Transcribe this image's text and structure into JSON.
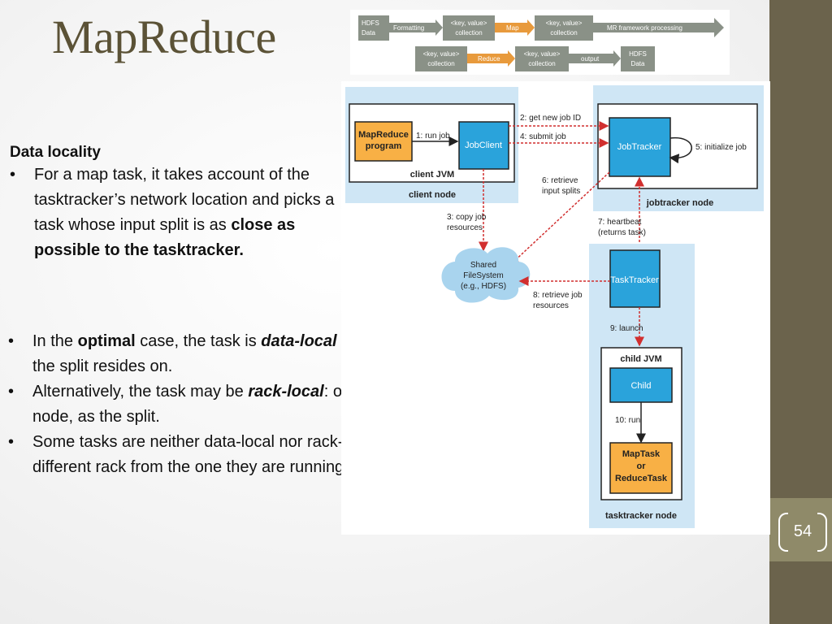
{
  "slide": {
    "title": "MapReduce",
    "page_number": "54",
    "locality_heading": "Data locality",
    "locality_text_1": "For a map task, it takes account of the tasktracker’s network location and picks a task whose input split is as ",
    "locality_text_bold": "close as possible to the tasktracker.",
    "bullets": [
      {
        "pre": "In the ",
        "b": "optimal",
        "mid": " case, the task is ",
        "bi": "data-local",
        "post": " - running on the same node that the split resides on."
      },
      {
        "pre": "Alternatively, the task may be  ",
        "b": "",
        "mid": "",
        "bi": "rack-local",
        "post": ": on the same rack, but not the same node, as the split."
      },
      {
        "pre": "Some tasks are neither data-local nor rack-local and retrieve their data from a different rack from the one they are running on.",
        "b": "",
        "mid": "",
        "bi": "",
        "post": ""
      }
    ]
  },
  "flow": {
    "hdfs_data_1": [
      "HDFS",
      "Data"
    ],
    "formatting": "Formatting",
    "kv_collection_1": [
      "<key, value>",
      "collection"
    ],
    "map": "Map",
    "kv_collection_2": [
      "<key, value>",
      "collection"
    ],
    "mr_processing": "MR framework processing",
    "kv_collection_3": [
      "<key, value>",
      "collection"
    ],
    "reduce": "Reduce",
    "kv_collection_4": [
      "<key, value>",
      "collection"
    ],
    "output": "output",
    "hdfs_data_2": [
      "HDFS",
      "Data"
    ]
  },
  "arch": {
    "mapreduce_program": [
      "MapReduce",
      "program"
    ],
    "run_job": "1: run job",
    "jobclient": "JobClient",
    "client_jvm": "client JVM",
    "client_node": "client node",
    "get_new_job_id": "2: get new job ID",
    "submit_job": "4: submit job",
    "jobtracker": "JobTracker",
    "initialize_job": "5: initialize job",
    "jobtracker_node": "jobtracker node",
    "retrieve_input_splits": [
      "6: retrieve",
      "input splits"
    ],
    "copy_job_resources": [
      "3: copy job",
      "resources"
    ],
    "heartbeat": [
      "7: heartbeat",
      "(returns task)"
    ],
    "shared_fs": [
      "Shared",
      "FileSystem",
      "(e.g., HDFS)"
    ],
    "tasktracker": "TaskTracker",
    "retrieve_job_resources": [
      "8: retrieve job",
      "resources"
    ],
    "launch": "9: launch",
    "child_jvm": "child JVM",
    "child": "Child",
    "run": "10: run",
    "maptask": [
      "MapTask",
      "or",
      "ReduceTask"
    ],
    "tasktracker_node": "tasktracker node"
  },
  "colors": {
    "title": "#5b5236",
    "sidebar": "#6b634c",
    "page_box": "#8f8a69",
    "node_bg": "#cfe6f5",
    "process_blue": "#2aa3db",
    "program_orange": "#f8b045",
    "arrow_red": "#d12f2f",
    "flow_gray": "#8a9187",
    "flow_orange": "#e89a3c"
  }
}
